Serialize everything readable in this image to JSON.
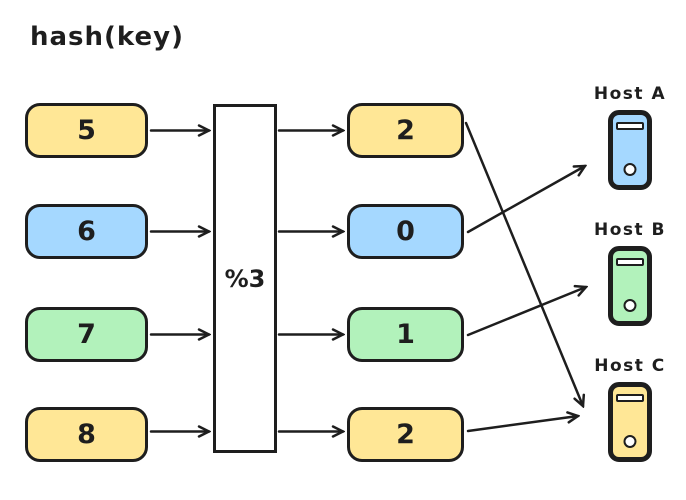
{
  "title": "hash(key)",
  "mod": {
    "label": "%3"
  },
  "rows": [
    {
      "input": "5",
      "output": "2",
      "color": "yellow",
      "maps_to": "Host C"
    },
    {
      "input": "6",
      "output": "0",
      "color": "blue",
      "maps_to": "Host A"
    },
    {
      "input": "7",
      "output": "1",
      "color": "green",
      "maps_to": "Host B"
    },
    {
      "input": "8",
      "output": "2",
      "color": "yellow",
      "maps_to": "Host C"
    }
  ],
  "hosts": [
    {
      "label": "Host A",
      "color": "blue",
      "icon": "server-icon"
    },
    {
      "label": "Host B",
      "color": "green",
      "icon": "server-icon"
    },
    {
      "label": "Host C",
      "color": "yellow",
      "icon": "server-icon"
    }
  ],
  "colors": {
    "yellow": "#ffe796",
    "blue": "#a5d8ff",
    "green": "#b2f2bb",
    "stroke": "#1e1e1e",
    "background": "#ffffff"
  }
}
